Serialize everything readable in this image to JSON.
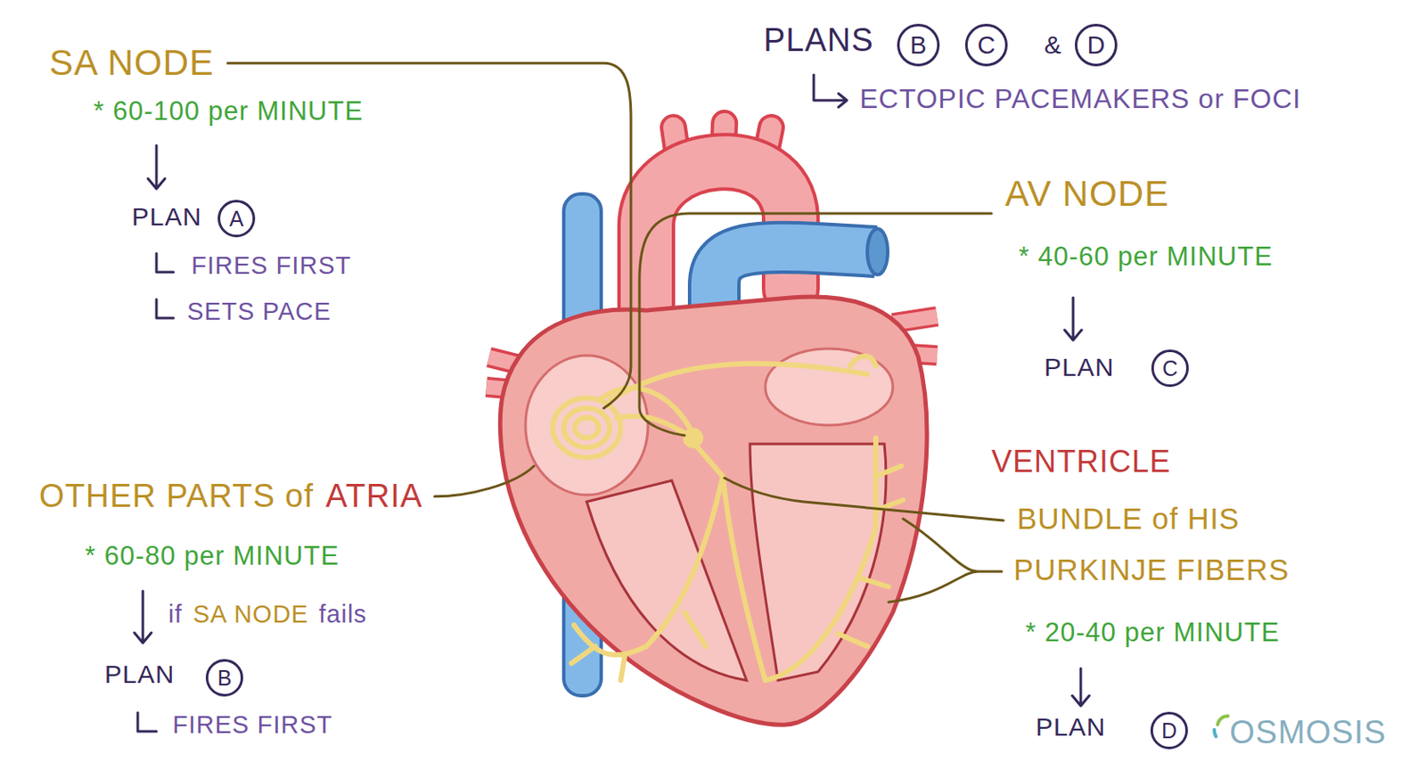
{
  "diagram": {
    "nodes": [
      {
        "text": [
          "B"
        ]
      },
      {
        "text": [
          "C"
        ]
      },
      {
        "text": [
          "D"
        ]
      },
      {
        "text": [
          "A"
        ]
      },
      {
        "text": [
          "C"
        ]
      },
      {
        "text": [
          "B"
        ]
      },
      {
        "text": [
          "D"
        ]
      }
    ],
    "labels": [
      "PLANS",
      "&",
      "ECTOPIC PACEMAKERS or FOCI",
      "SA NODE",
      "* 60-100 per MINUTE",
      "PLAN",
      "FIRES FIRST",
      "SETS PACE",
      "AV NODE",
      "* 40-60 per MINUTE",
      "PLAN",
      "VENTRICLE",
      "BUNDLE of HIS",
      "PURKINJE FIBERS",
      "OTHER PARTS of",
      "ATRIA",
      "* 60-80 per MINUTE",
      "if",
      "SA NODE",
      "fails",
      "* 20-40 per MINUTE",
      "PLAN",
      "FIRES FIRST",
      "PLAN",
      "OSMOSIS"
    ]
  }
}
